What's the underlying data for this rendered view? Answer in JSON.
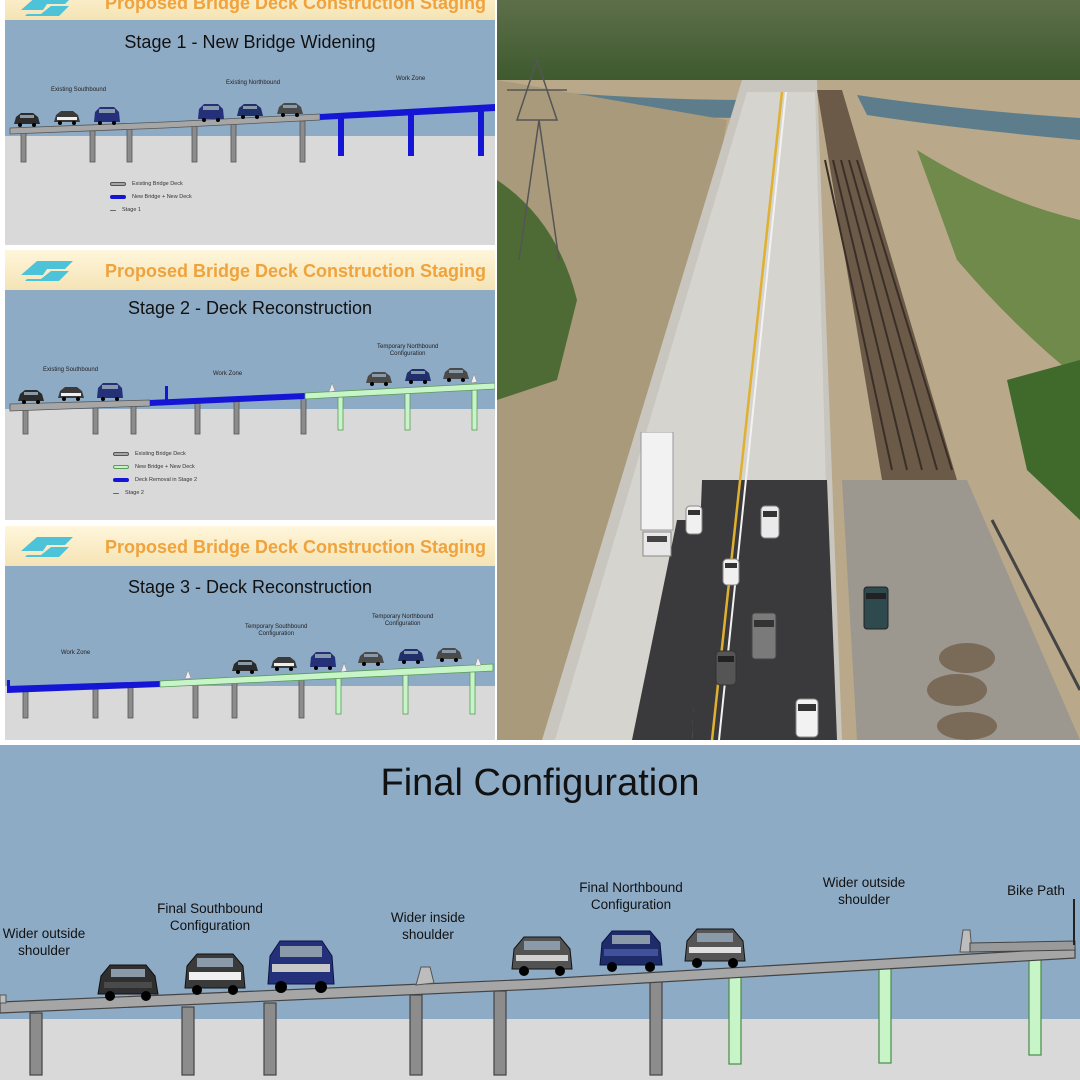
{
  "banner_title": "Proposed Bridge Deck Construction Staging",
  "stages": [
    {
      "title": "Stage 1 - New Bridge Widening",
      "labels": [
        "Existing Southbound",
        "Existing Northbound",
        "Work Zone"
      ],
      "legend": [
        "Existing Bridge Deck",
        "New Bridge + New Deck",
        "Stage 1"
      ]
    },
    {
      "title": "Stage 2 - Deck Reconstruction",
      "labels": [
        "Existing Southbound",
        "Work Zone",
        "Temporary Northbound\nConfiguration"
      ],
      "legend": [
        "Existing Bridge Deck",
        "New Bridge + New Deck",
        "Deck Removal in Stage 2",
        "Stage 2"
      ]
    },
    {
      "title": "Stage 3 - Deck Reconstruction",
      "labels": [
        "Work Zone",
        "Temporary Southbound\nConfiguration",
        "Temporary Northbound\nConfiguration"
      ]
    }
  ],
  "final": {
    "title": "Final Configuration",
    "labels": {
      "outside_left": "Wider outside\nshoulder",
      "southbound": "Final Southbound\nConfiguration",
      "inside": "Wider inside\nshoulder",
      "northbound": "Final Northbound\nConfiguration",
      "outside_right": "Wider outside\nshoulder",
      "bike": "Bike Path"
    }
  },
  "colors": {
    "panel_bg": "#8eabc6",
    "ground": "#d9d9d9",
    "existing_deck": "#a6a6a6",
    "new_deck": "#1515d6",
    "new_green": "#c8f5c8",
    "banner_text": "#f0a33c",
    "logo": "#4cc3d8"
  },
  "icons": [
    "caltrans-logo-icon",
    "car-icon",
    "pickup-truck-icon",
    "semi-truck-icon",
    "pylon-icon",
    "traffic-cone-icon"
  ]
}
